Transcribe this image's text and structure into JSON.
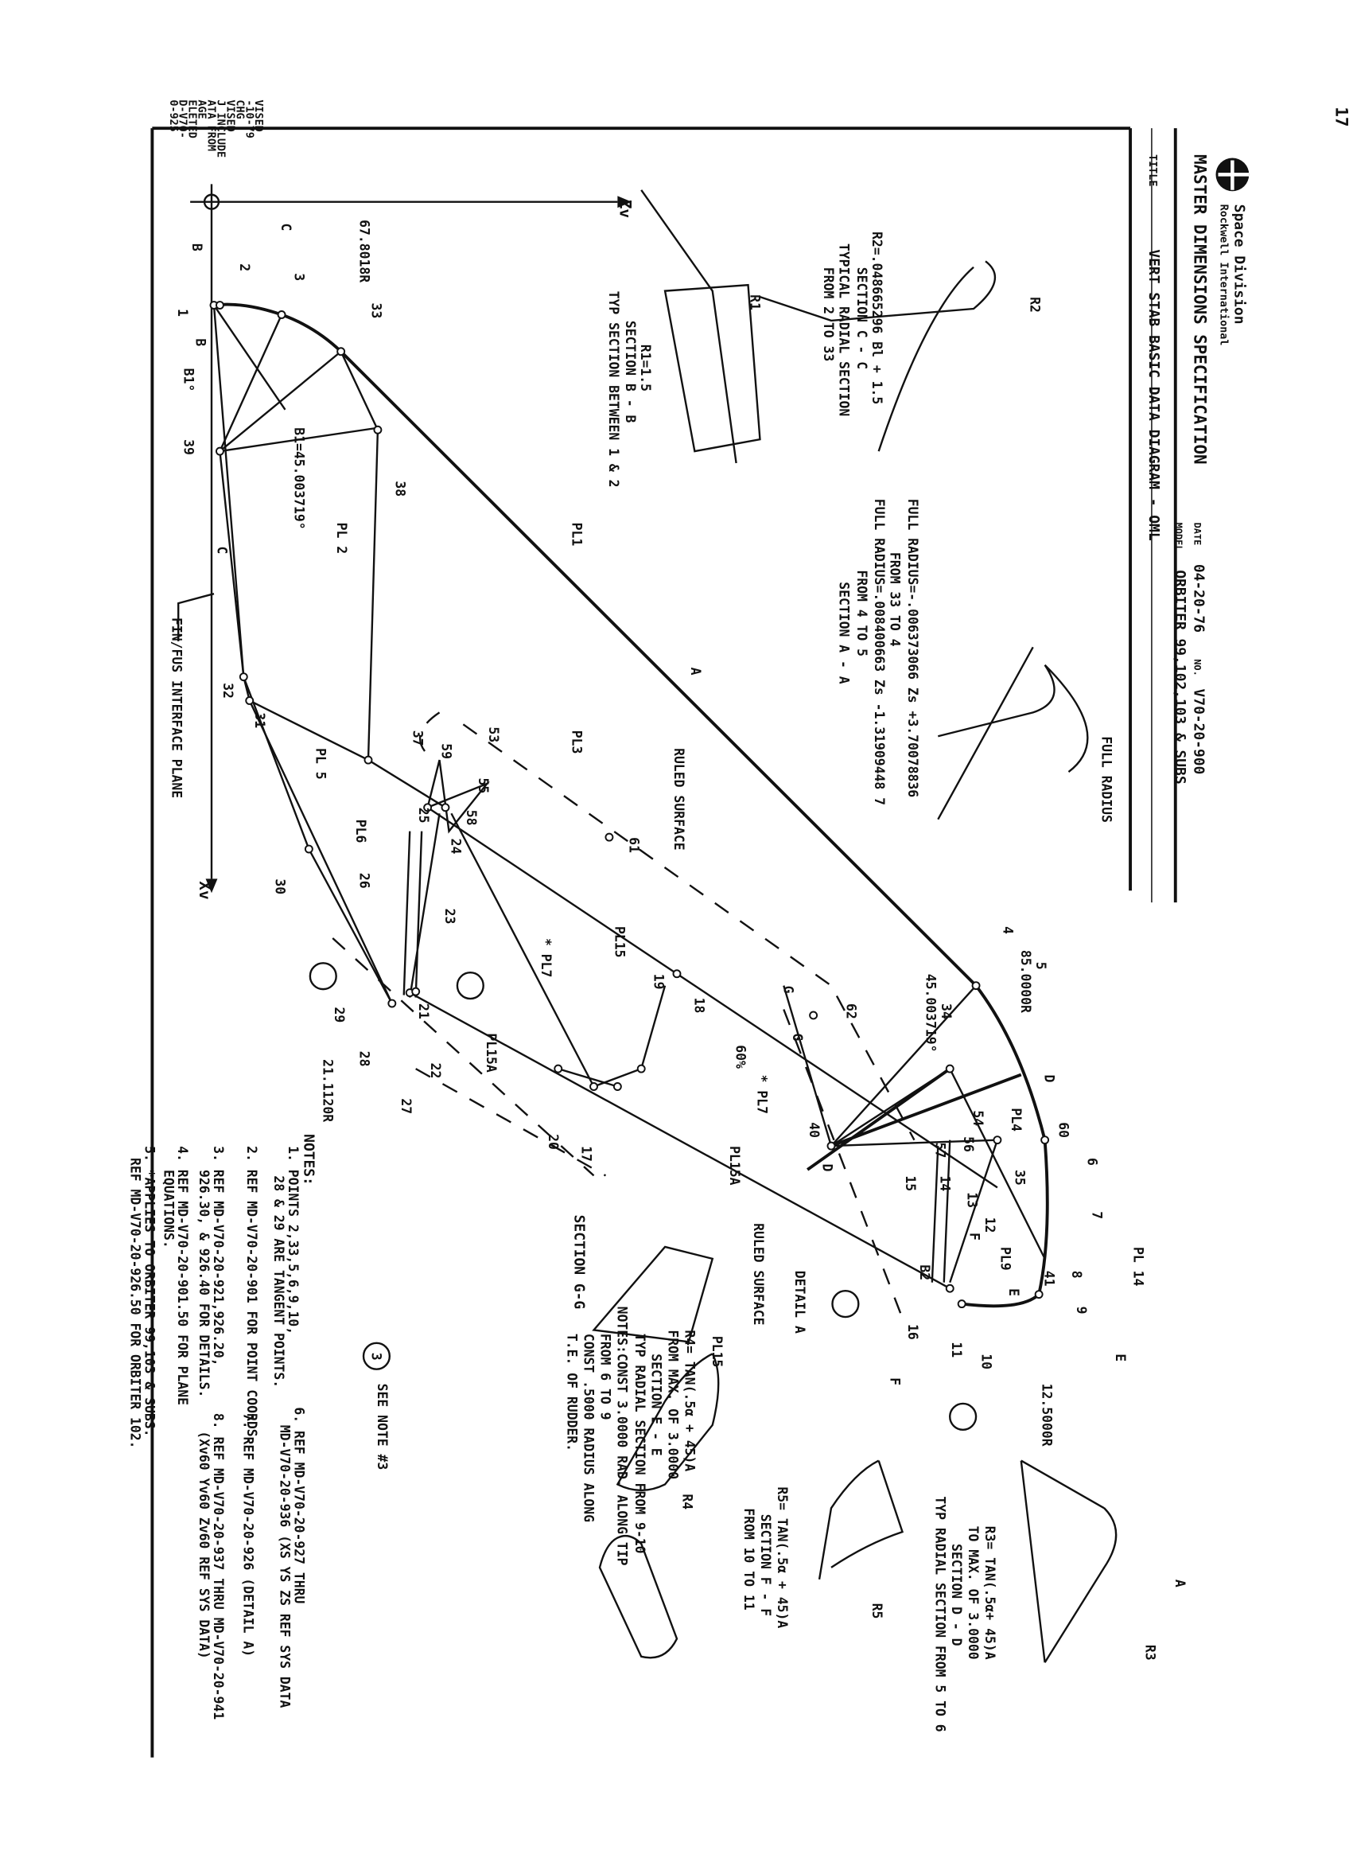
{
  "header": {
    "page_number": "17",
    "company": "Space Division",
    "company_sub": "Rockwell International",
    "spec_title": "MASTER DIMENSIONS SPECIFICATION",
    "date_label": "DATE",
    "date": "04-20-76",
    "no_label": "NO.",
    "doc_no": "V70-20-900",
    "model_label": "MODEL",
    "model": "ORBITER 99,102,103 & SUBS",
    "title_label": "TITLE",
    "title": "VERT STAB BASIC DATA DIAGRAM - OML"
  },
  "revision_margin": [
    "VISED",
    "-10-79",
    "CHG",
    "VISED",
    "J INCLUDE",
    "ATA FROM",
    "AGE",
    "ELETED",
    "D-V70-",
    "0-925"
  ],
  "axes": {
    "zv": "Zv",
    "xv": "Xv"
  },
  "sections": {
    "c_c": [
      "R2=.048665296 Bl + 1.5",
      "SECTION C - C",
      "TYPICAL RADIAL SECTION",
      "FROM 2 TO 33",
      "R2"
    ],
    "b_b": [
      "R1=1.5",
      "SECTION B - B",
      "TYP SECTION BETWEEN 1 & 2",
      "R1"
    ],
    "a_a": [
      "FULL RADIUS=-.006373066 Zs +3.70078836",
      "FROM 33 TO 4",
      "FULL RADIUS=.008400663 Zs -1.31909448 7",
      "FROM 4 TO 5",
      "SECTION A - A",
      "FULL RADIUS"
    ],
    "e_e": [
      "R4= TAN(.5α + 45)A",
      "FROM MAX. OF 3.0000",
      "SECTION E - E",
      "TYP RADIAL SECTION FROM 9-10",
      "NOTES:CONST 3.0000 RAD. ALONG TIP",
      "FROM 6 TO 9",
      "CONST .5000 RADIUS ALONG",
      "T.E. OF RUDDER.",
      "R4"
    ],
    "f_f": [
      "R5= TAN(.5α + 45)A",
      "SECTION F - F",
      "FROM 10 TO 11",
      "R5"
    ],
    "d_d": [
      "R3= TAN(.5α+ 45)A",
      "TO MAX. OF 3.0000",
      "SECTION D - D",
      "TYP RADIAL SECTION FROM 5 TO 6",
      "R3"
    ],
    "g_g": [
      "SECTION G-G"
    ]
  },
  "labels": [
    "67.8018R",
    "33",
    "3",
    "2",
    "C",
    "B",
    "1",
    "B",
    "B1°",
    "39",
    "B1=45.003719°",
    "PL 2",
    "PL1",
    "38",
    "C",
    "FIN/FUS INTERFACE PLANE",
    "32",
    "31",
    "PL 5",
    "30",
    "PL6",
    "26",
    "25",
    "24",
    "55",
    "58",
    "59",
    "53",
    "37",
    "PL3",
    "RULED SURFACE",
    "61",
    "23",
    "* PL7",
    "PL15",
    "19",
    "18",
    "21",
    "22",
    "27",
    "28",
    "29",
    "21.1120R",
    "PL15A",
    "20",
    "17",
    "PL15A",
    "60%",
    "* PL7",
    "40",
    "62",
    "G",
    "G",
    "45.003719°",
    "34",
    "85.0000R",
    "4",
    "5",
    "D",
    "PL4",
    "60",
    "6",
    "35",
    "54",
    "56",
    "57",
    "14",
    "13",
    "12",
    "PL9",
    "F",
    "15",
    "41",
    "7",
    "8",
    "9",
    "E",
    "E",
    "PL 14",
    "B2",
    "16",
    "11",
    "10",
    "12.5000R",
    "F",
    "D",
    "DETAIL A",
    "RULED SURFACE",
    "PL15",
    "A",
    "A"
  ],
  "see_note": {
    "badge": "3",
    "text": "SEE NOTE #3"
  },
  "notes": {
    "heading": "NOTES:",
    "lines": [
      "1. POINTS 2,33,5,6,9,10,",
      "28 & 29 ARE TANGENT POINTS.",
      "2. REF MD-V70-20-901 FOR POINT COORDS.",
      "3. REF MD-V70-20-921,926.20,",
      "926.30, & 926.40 FOR DETAILS.",
      "4. REF MD-V70-20-901.50 FOR PLANE",
      "EQUATIONS.",
      "5. *APPLIES TO ORBITER 99,103 & SUBS.",
      "REF MD-V70-20-926.50 FOR ORBITER 102.",
      "6. REF MD-V70-20-927 THRU",
      "MD-V70-20-936 (XS YS ZS REF SYS DATA",
      "7. REF MD-V70-20-926 (DETAIL A)",
      "8. REF MD-V70-20-937 THRU MD-V70-20-941",
      "(Xv60 Yv60 Zv60 REF SYS DATA)"
    ]
  }
}
